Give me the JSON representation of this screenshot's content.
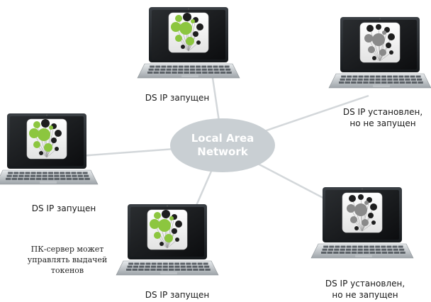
{
  "network": {
    "line1": "Local Area",
    "line2": "Network"
  },
  "nodes": [
    {
      "id": "top",
      "label_lines": [
        "DS IP запущен"
      ],
      "status": "running"
    },
    {
      "id": "right-top",
      "label_lines": [
        "DS IP установлен,",
        "но не запущен"
      ],
      "status": "installed"
    },
    {
      "id": "left",
      "label_lines": [
        "DS IP запущен"
      ],
      "status": "running"
    },
    {
      "id": "bottom",
      "label_lines": [
        "DS IP запущен"
      ],
      "status": "running"
    },
    {
      "id": "right-bottom",
      "label_lines": [
        "DS IP установлен,",
        "но не запущен"
      ],
      "status": "installed"
    }
  ],
  "note": "ПК-сервер может управлять выдачей токенов",
  "colors": {
    "lan_ellipse": "#c9cfd3",
    "connector": "#d3d7da",
    "running_accent": "#8cc63f",
    "installed_accent": "#8a8a8a",
    "dot_dark": "#1e1e1e"
  }
}
